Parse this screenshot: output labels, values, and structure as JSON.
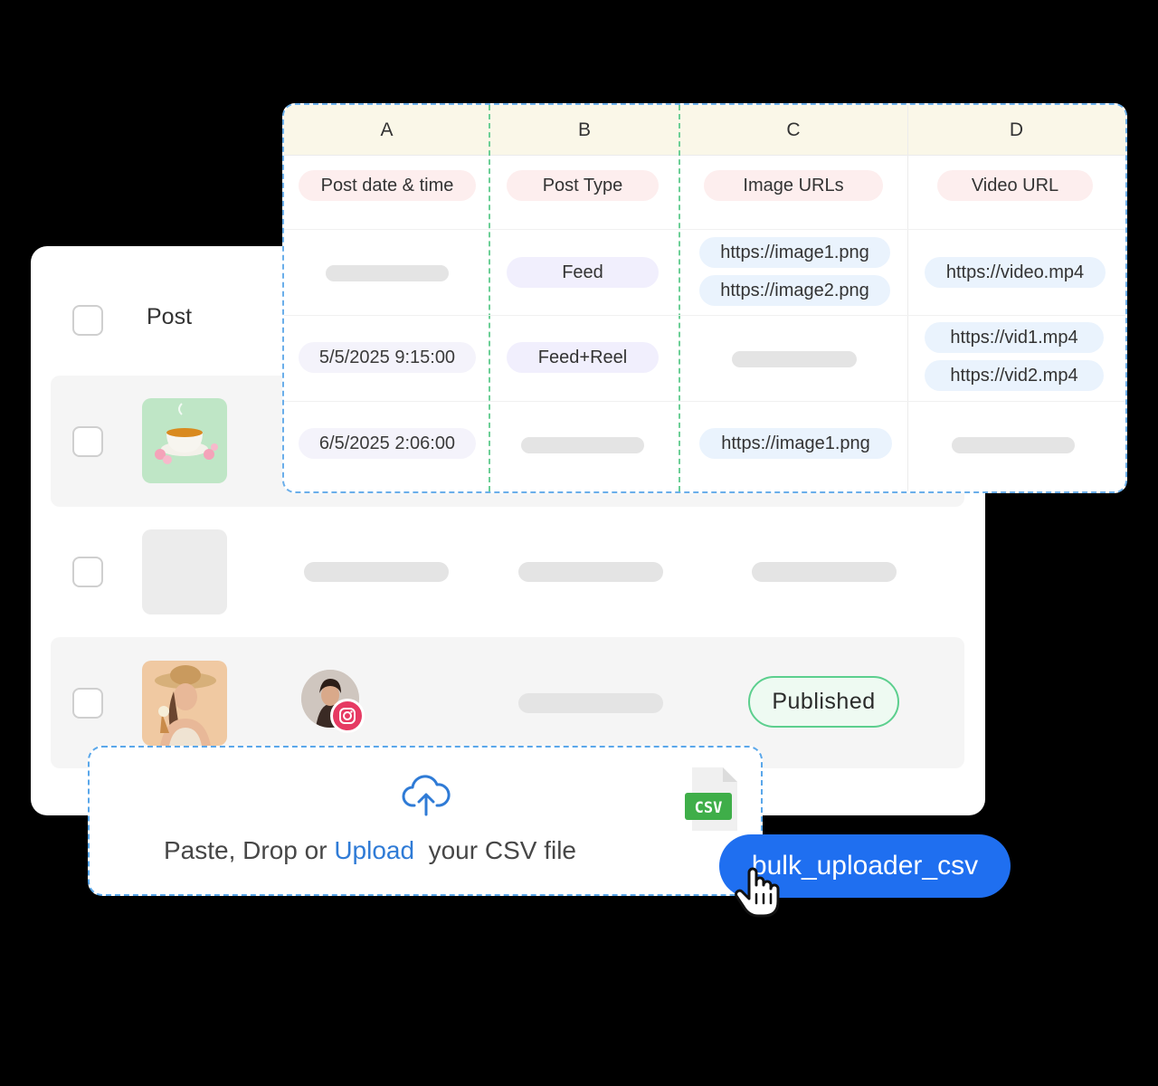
{
  "posts_table": {
    "header_label": "Post",
    "status_badge": "Published"
  },
  "spreadsheet": {
    "column_letters": [
      "A",
      "B",
      "C",
      "D"
    ],
    "headers": [
      "Post date & time",
      "Post Type",
      "Image URLs",
      "Video URL"
    ],
    "rows": [
      {
        "date": "",
        "type": "Feed",
        "images": [
          "https://image1.png",
          "https://image2.png"
        ],
        "videos": [
          "https://video.mp4"
        ]
      },
      {
        "date": "5/5/2025 9:15:00",
        "type": "Feed+Reel",
        "images": [],
        "videos": [
          "https://vid1.mp4",
          "https://vid2.mp4"
        ]
      },
      {
        "date": "6/5/2025 2:06:00",
        "type": "",
        "images": [
          "https://image1.png"
        ],
        "videos": []
      }
    ]
  },
  "upload": {
    "text_before": "Paste, Drop or ",
    "link_text": "Upload",
    "text_after": "  your CSV file",
    "file_badge": "CSV",
    "filename": "bulk_uploader_csv"
  },
  "icons": {
    "upload": "cloud-upload-icon",
    "file": "csv-file-icon",
    "cursor": "hand-pointer-icon",
    "social": "instagram-icon"
  },
  "colors": {
    "accent": "#1f6ff0",
    "link": "#2f7bd6",
    "published_border": "#5ccf8e",
    "instagram": "#e63a63"
  }
}
